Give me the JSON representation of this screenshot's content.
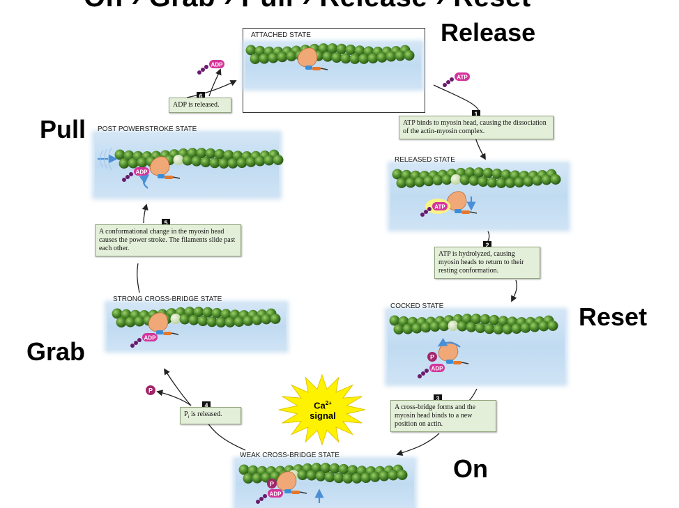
{
  "title": "On › Grab › Pull › Release › Reset",
  "stage_words": {
    "release": "Release",
    "pull": "Pull",
    "reset": "Reset",
    "grab": "Grab",
    "on": "On"
  },
  "states": {
    "attached": "ATTACHED STATE",
    "released": "RELEASED STATE",
    "cocked": "COCKED STATE",
    "weak": "WEAK CROSS-BRIDGE STATE",
    "strong": "STRONG CROSS-BRIDGE STATE",
    "post": "POST POWERSTROKE STATE"
  },
  "steps": [
    {
      "num": "1",
      "text": "ATP binds to myosin head, causing the dissociation of the actin-myosin complex."
    },
    {
      "num": "2",
      "text": "ATP is hydrolyzed, causing myosin heads to return to their resting conformation."
    },
    {
      "num": "3",
      "text": "A cross-bridge forms and the myosin head binds to a new position on actin."
    },
    {
      "num": "4",
      "text": "P is released.",
      "subscript": "i"
    },
    {
      "num": "5",
      "text": "A conformational change in the myosin head causes the power stroke. The filaments slide past each other."
    },
    {
      "num": "6",
      "text": "ADP is released."
    }
  ],
  "signal": {
    "ion": "Ca",
    "charge": "2+",
    "word": "signal"
  },
  "molecule_labels": {
    "adp": "ADP",
    "atp": "ATP",
    "p": "P"
  },
  "colors": {
    "actin_green": "#4d8a2c",
    "actin_light": "#86c25a",
    "myosin_orange": "#f0a877",
    "adp_pink": "#d4359a",
    "step_box_fill": "#e4efd9",
    "panel_blue": "#c0dbf1",
    "burst_yellow": "#fff200"
  }
}
